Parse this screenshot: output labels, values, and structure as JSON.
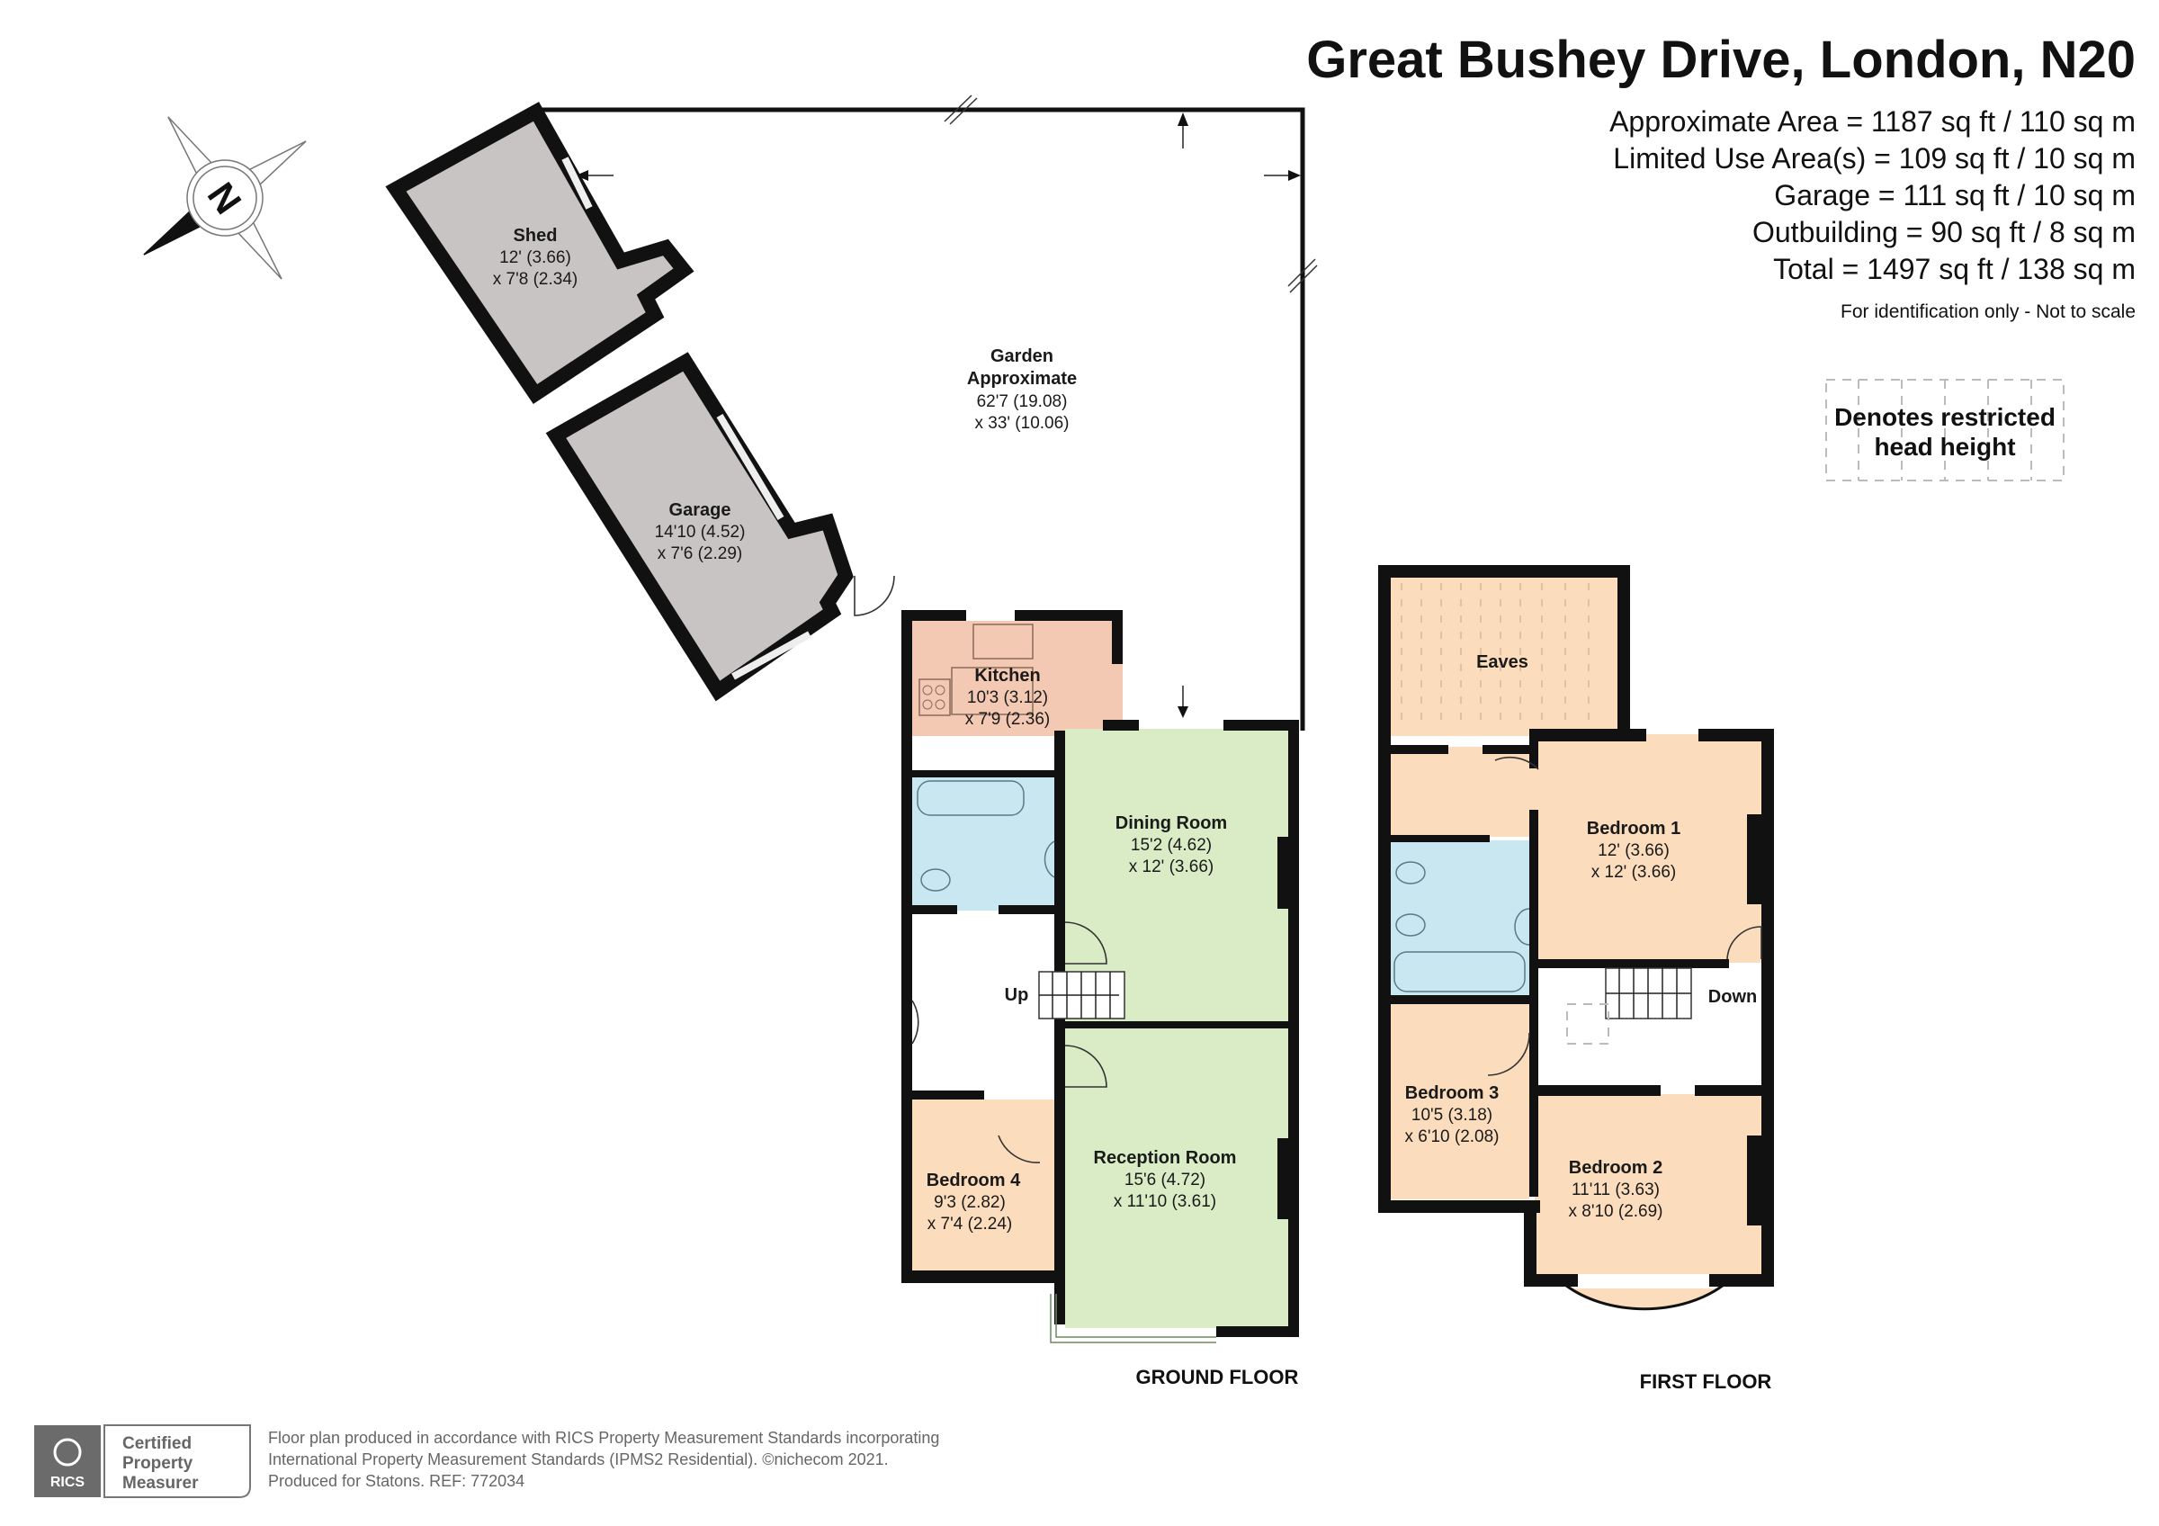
{
  "header": {
    "title": "Great Bushey Drive, London, N20",
    "areas": [
      "Approximate Area = 1187 sq ft / 110 sq m",
      "Limited Use Area(s) = 109 sq ft / 10 sq m",
      "Garage = 111 sq ft / 10 sq m",
      "Outbuilding = 90 sq ft / 8 sq m",
      "Total = 1497 sq ft / 138 sq m"
    ],
    "disclaimer": "For identification only - Not to scale"
  },
  "legend": {
    "line1": "Denotes restricted",
    "line2": "head height"
  },
  "compass": {
    "label": "N"
  },
  "colors": {
    "outbuilding": "#c9c4c4",
    "kitchen": "#f3c9b4",
    "bathroom": "#c9e7f0",
    "reception": "#d9ecc6",
    "bedroom": "#fbdcbc",
    "wall": "#111111"
  },
  "outbuildings": {
    "shed": {
      "name": "Shed",
      "dim1": "12' (3.66)",
      "dim2": "x 7'8 (2.34)"
    },
    "garage": {
      "name": "Garage",
      "dim1": "14'10 (4.52)",
      "dim2": "x 7'6 (2.29)"
    },
    "garden": {
      "name1": "Garden",
      "name2": "Approximate",
      "dim1": "62'7 (19.08)",
      "dim2": "x 33' (10.06)"
    }
  },
  "ground_floor": {
    "label": "GROUND FLOOR",
    "stairs_label": "Up",
    "kitchen": {
      "name": "Kitchen",
      "dim1": "10'3 (3.12)",
      "dim2": "x 7'9 (2.36)"
    },
    "dining": {
      "name": "Dining Room",
      "dim1": "15'2 (4.62)",
      "dim2": "x 12' (3.66)"
    },
    "reception": {
      "name": "Reception Room",
      "dim1": "15'6 (4.72)",
      "dim2": "x 11'10 (3.61)"
    },
    "bedroom4": {
      "name": "Bedroom 4",
      "dim1": "9'3 (2.82)",
      "dim2": "x 7'4 (2.24)"
    }
  },
  "first_floor": {
    "label": "FIRST FLOOR",
    "stairs_label": "Down",
    "eaves": {
      "name": "Eaves"
    },
    "bedroom1": {
      "name": "Bedroom 1",
      "dim1": "12' (3.66)",
      "dim2": "x 12' (3.66)"
    },
    "bedroom2": {
      "name": "Bedroom 2",
      "dim1": "11'11 (3.63)",
      "dim2": "x 8'10 (2.69)"
    },
    "bedroom3": {
      "name": "Bedroom 3",
      "dim1": "10'5 (3.18)",
      "dim2": "x 6'10 (2.08)"
    }
  },
  "footer": {
    "badge_org": "RICS",
    "badge_l1": "Certified",
    "badge_l2": "Property",
    "badge_l3": "Measurer",
    "line1": "Floor plan produced in accordance with RICS Property Measurement Standards incorporating",
    "line2": "International Property Measurement Standards (IPMS2 Residential).   ©nichecom 2021.",
    "line3": "Produced for Statons.   REF: 772034"
  }
}
